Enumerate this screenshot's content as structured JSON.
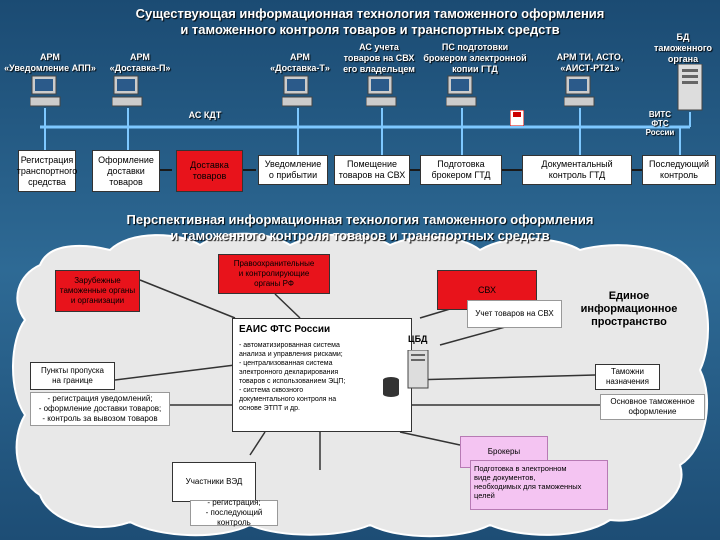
{
  "top": {
    "title_line1": "Существующая информационная технология таможенного оформления",
    "title_line2": "и таможенного контроля товаров и транспортных средств",
    "workstations": [
      {
        "label": "АРМ\n«Уведомление АПП»"
      },
      {
        "label": "АРМ\n«Доставка-П»"
      },
      {
        "label": "АРМ\n«Доставка-Т»"
      },
      {
        "label": "АС учета\nтоваров на СВХ\nего владельцем"
      },
      {
        "label": "ПС подготовки\nброкером электронной\nкопии ГТД"
      },
      {
        "label": "АРМ ТИ, АСТО,\n«АИСТ-РТ21»"
      },
      {
        "label": "БД\nтаможенного\nоргана"
      }
    ],
    "network_label": "АС КДТ",
    "vits_label": "ВИТС\nФТС\nРоссии",
    "steps": [
      "Регистрация\nтранспортного\nсредства",
      "Оформление\nдоставки\nтоваров",
      "Доставка\nтоваров",
      "Уведомление\nо прибытии",
      "Помещение\nтоваров на СВХ",
      "Подготовка\nброкером ГТД",
      "Документальный\nконтроль ГТД",
      "Последующий\nконтроль"
    ]
  },
  "bottom": {
    "title_line1": "Перспективная информационная технология таможенного оформления",
    "title_line2": "и таможенного контроля товаров и транспортных средств",
    "law_enforcement": "Правоохранительные\nи контролирующие\nорганы РФ",
    "foreign": "Зарубежные\nтаможенные органы\nи организации",
    "svh": "СВХ",
    "svh_note": "Учет товаров на СВХ",
    "single_space": "Единое\nинформационное\nпространство",
    "eais_title": "ЕАИС ФТС России",
    "cbd": "ЦБД",
    "eais_text": "- автоматизированная система\nанализа и управления рисками;\n- централизованная система\nэлектронного декларирования\nтоваров с использованием ЭЦП;\n- система сквозного\nдокументального контроля на\nоснове ЭТПТ и др.",
    "checkpoints": "Пункты пропуска\nна границе",
    "checkpoints_note": "- регистрация уведомлений;\n- оформление доставки товаров;\n- контроль за вывозом товаров",
    "customs_dest": "Таможни\nназначения",
    "customs_dest_note": "Основное таможенное\nоформление",
    "brokers": "Брокеры",
    "brokers_note": "Подготовка в электронном\nвиде документов,\nнеобходимых для таможенных\nцелей",
    "participants": "Участники ВЭД",
    "participants_note": "- регистрация;\n- последующий контроль"
  }
}
